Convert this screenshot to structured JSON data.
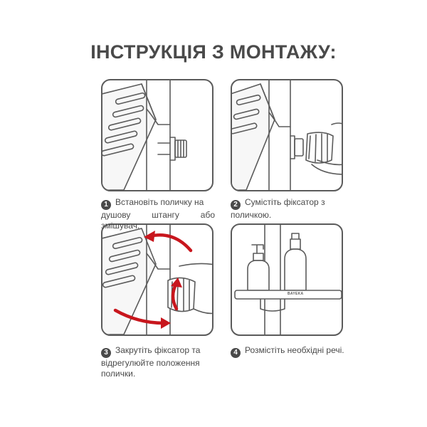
{
  "title": "ІНСТРУКЦІЯ З МОНТАЖУ:",
  "steps": [
    {
      "number": "1",
      "line1": "Встановіть поличку на",
      "line2": "душову штангу або змішувач.",
      "line3": ""
    },
    {
      "number": "2",
      "line1": "Сумістіть фіксатор з",
      "line2": "поличкою.",
      "line3": ""
    },
    {
      "number": "3",
      "line1": "Закрутіть фіксатор та",
      "line2": "відрегулюйте положення",
      "line3": "полички."
    },
    {
      "number": "4",
      "line1": "Розмістіть необхідні речі.",
      "line2": "",
      "line3": ""
    }
  ],
  "brand_mark": "BAYEKA",
  "colors": {
    "stroke": "#5b5b5b",
    "arrow": "#c8161d",
    "text": "#4a4a4a"
  }
}
